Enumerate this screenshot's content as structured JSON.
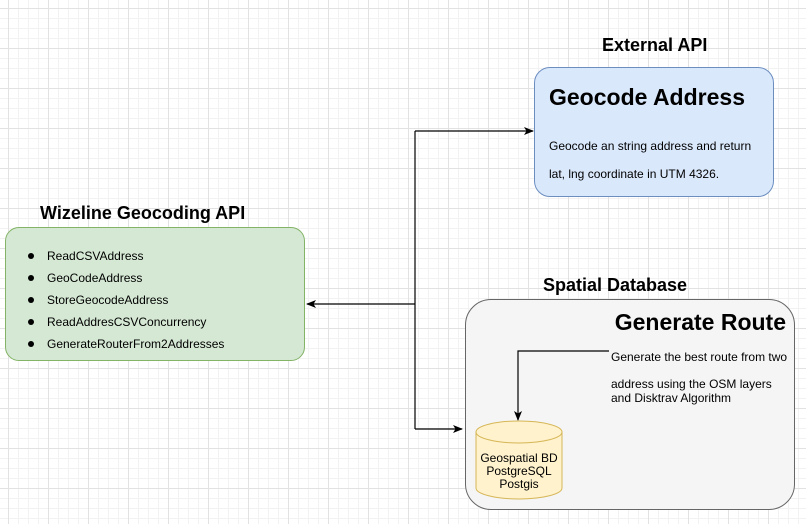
{
  "wizeline": {
    "heading": "Wizeline Geocoding API",
    "items": [
      "ReadCSVAddress",
      "GeoCodeAddress",
      "StoreGeocodeAddress",
      "ReadAddresCSVConcurrency",
      "GenerateRouterFrom2Addresses"
    ]
  },
  "external": {
    "heading": "External API",
    "title": "Geocode Address",
    "description": "Geocode an string address and return lat, lng coordinate in UTM 4326."
  },
  "spatial": {
    "heading": "Spatial Database",
    "title": "Generate Route",
    "description_line1": "Generate the best route from two",
    "description_line2": "address using the OSM layers and Disktrav Algorithm",
    "database": {
      "line1": "Geospatial BD",
      "line2": "PostgreSQL",
      "line3": "Postgis"
    }
  },
  "colors": {
    "green_fill": "#d5e8d4",
    "green_stroke": "#82b366",
    "blue_fill": "#dae8fc",
    "blue_stroke": "#6c8ebf",
    "gray_fill": "#f5f5f5",
    "gray_stroke": "#666666",
    "db_fill": "#fff2cc",
    "db_stroke": "#d6b656"
  }
}
